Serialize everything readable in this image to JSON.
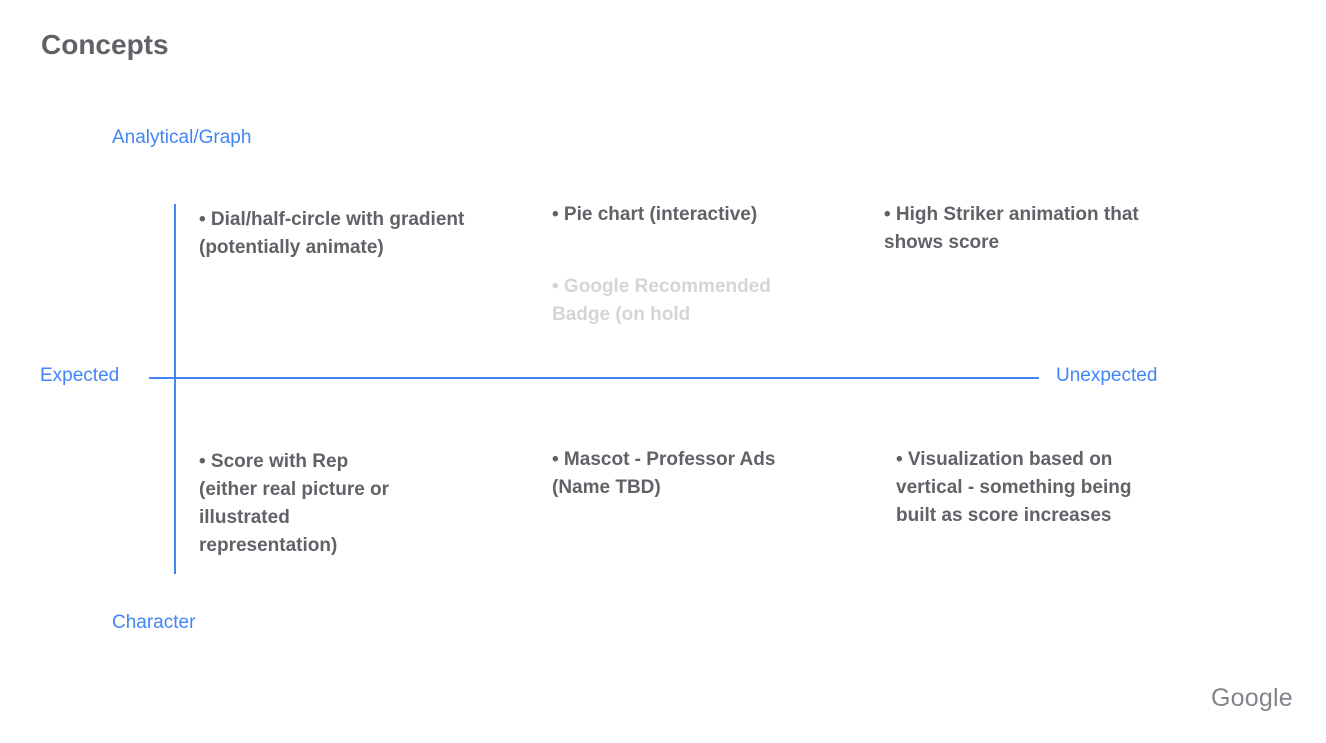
{
  "slide": {
    "title": "Concepts",
    "logo_text": "Google"
  },
  "axes": {
    "top": "Analytical/Graph",
    "bottom": "Character",
    "left": "Expected",
    "right": "Unexpected",
    "line_color": "#4285f4",
    "label_color": "#4285f4"
  },
  "concepts": [
    {
      "quadrant": "top-left",
      "text": "• Dial/half-circle with gradient\n(potentially animate)",
      "muted": false
    },
    {
      "quadrant": "top-middle",
      "text": "• Pie chart (interactive)",
      "muted": false
    },
    {
      "quadrant": "top-middle",
      "text": "• Google Recommended\nBadge (on hold",
      "muted": true
    },
    {
      "quadrant": "top-right",
      "text": "• High Striker animation that\nshows score",
      "muted": false
    },
    {
      "quadrant": "bottom-left",
      "text": "• Score with Rep\n(either real picture or\nillustrated\nrepresentation)",
      "muted": false
    },
    {
      "quadrant": "bottom-middle",
      "text": "• Mascot - Professor Ads\n(Name TBD)",
      "muted": false
    },
    {
      "quadrant": "bottom-right",
      "text": "• Visualization based on\nvertical - something being\nbuilt as score increases",
      "muted": false
    }
  ],
  "colors": {
    "text": "#5f6368",
    "muted_text": "#d3d5d8",
    "logo": "#80868b"
  }
}
